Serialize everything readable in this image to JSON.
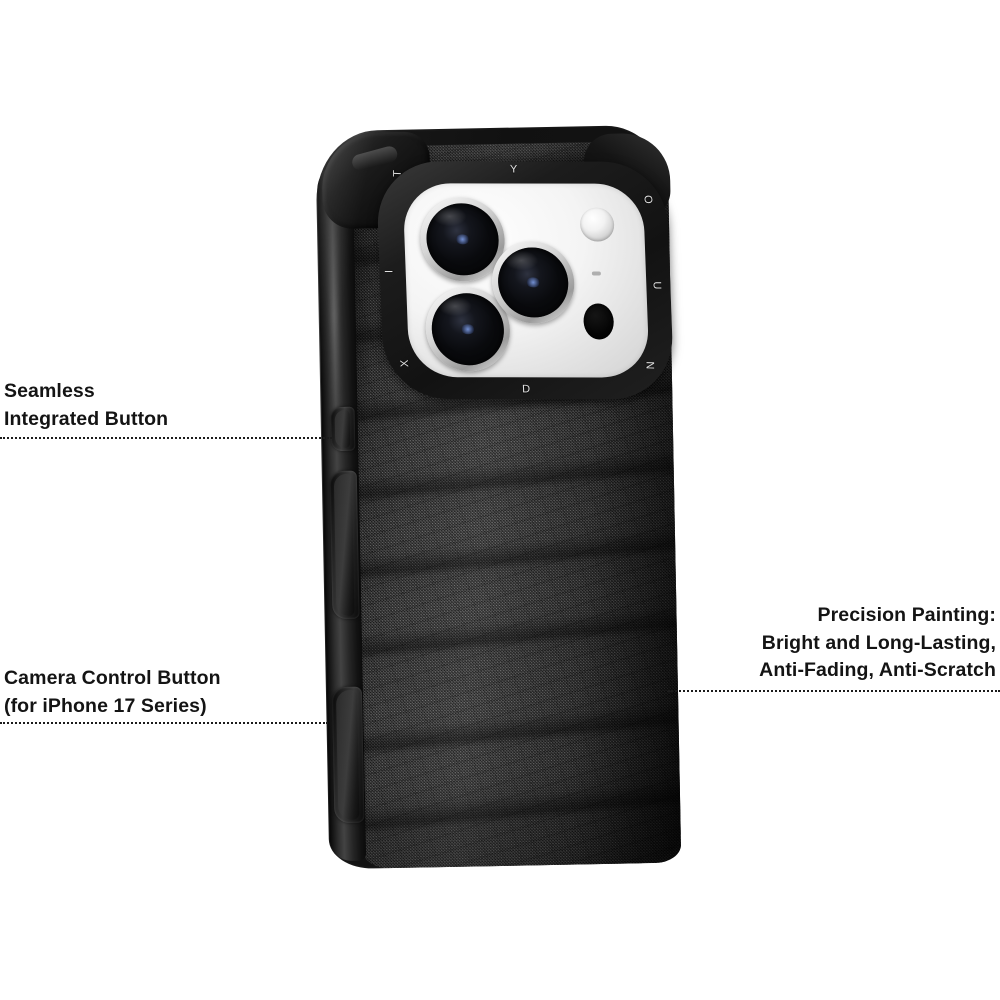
{
  "page": {
    "background_color": "#ffffff",
    "product": "fabric-textured protective phone case",
    "accent_color": "#141414"
  },
  "callouts": [
    {
      "id": "seamless-integrated-button",
      "text": "Seamless\nIntegrated Button",
      "align": "left",
      "target": "volume-button"
    },
    {
      "id": "camera-control-button",
      "text": "Camera Control Button\n(for iPhone 17 Series)",
      "align": "left",
      "target": "camera-control-button"
    },
    {
      "id": "precision-painting",
      "text": "Precision Painting:\nBright and Long-Lasting,\nAnti-Fading, Anti-Scratch",
      "align": "right",
      "target": "fabric-panel"
    }
  ],
  "camera": {
    "lenses": [
      "telephoto-lens",
      "wide-lens",
      "ultra-wide-lens"
    ],
    "flash": "led-flash",
    "microphone": "microphone",
    "lidar": "lidar-scanner",
    "bezel_letters": {
      "top": "Y",
      "top_left": "T",
      "left_mid": "I",
      "bottom_left": "X",
      "bottom": "D",
      "bottom_right": "N",
      "right_mid": "U",
      "top_right": "O"
    }
  },
  "buttons": {
    "action": "action-button",
    "volume": "volume-button",
    "camera_control": "camera-control-button"
  }
}
